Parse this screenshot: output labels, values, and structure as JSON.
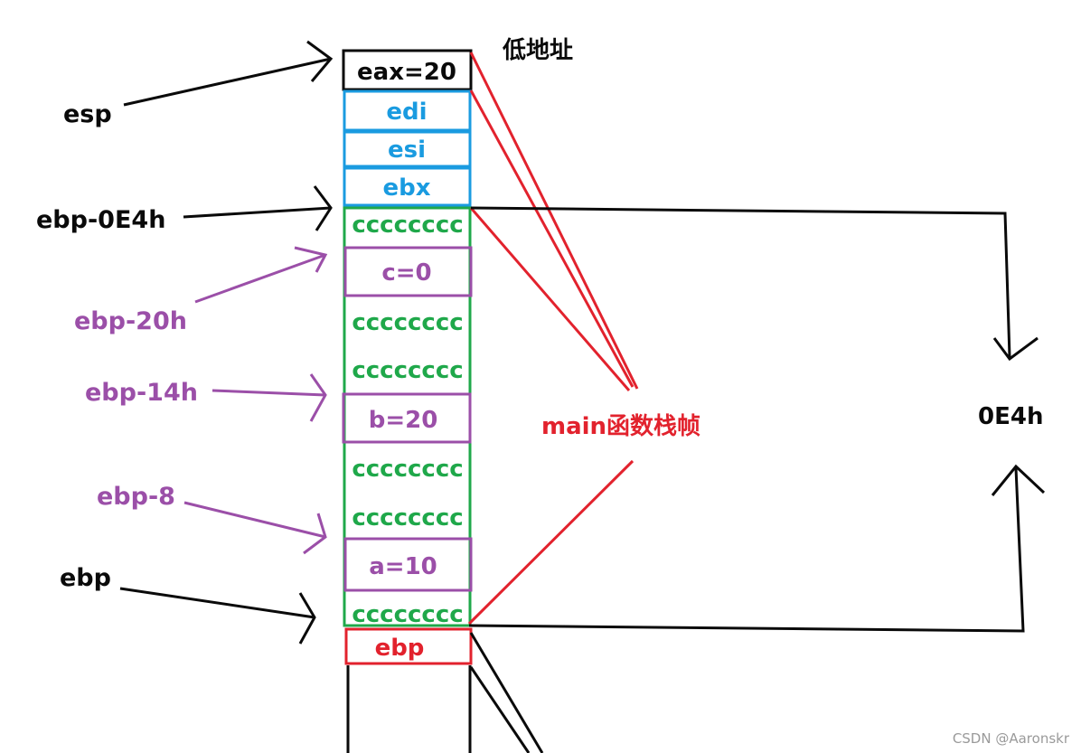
{
  "colors": {
    "black": "#0a0a0a",
    "blue": "#1a9be0",
    "green": "#1fa84a",
    "purple": "#9b4fa8",
    "red": "#e2222d",
    "watermark": "#9a9a9a"
  },
  "stack_cells": [
    {
      "text": "eax=20",
      "color": "black"
    },
    {
      "text": "edi",
      "color": "blue"
    },
    {
      "text": "esi",
      "color": "blue"
    },
    {
      "text": "ebx",
      "color": "blue"
    },
    {
      "text": "cccccccc",
      "color": "green"
    },
    {
      "text": "c=0",
      "color": "purple"
    },
    {
      "text": "cccccccc",
      "color": "green"
    },
    {
      "text": "cccccccc",
      "color": "green"
    },
    {
      "text": "b=20",
      "color": "purple"
    },
    {
      "text": "cccccccc",
      "color": "green"
    },
    {
      "text": "cccccccc",
      "color": "green"
    },
    {
      "text": "a=10",
      "color": "purple"
    },
    {
      "text": "cccccccc",
      "color": "green"
    },
    {
      "text": "ebp",
      "color": "red"
    }
  ],
  "pointer_labels": {
    "esp": "esp",
    "ebp_0e4h": "ebp-0E4h",
    "ebp_20h": "ebp-20h",
    "ebp_14h": "ebp-14h",
    "ebp_8": "ebp-8",
    "ebp": "ebp"
  },
  "annotations": {
    "low_address": "低地址",
    "frame_label": "main函数栈帧",
    "size_label": "0E4h"
  },
  "watermark": "CSDN @Aaronskr"
}
